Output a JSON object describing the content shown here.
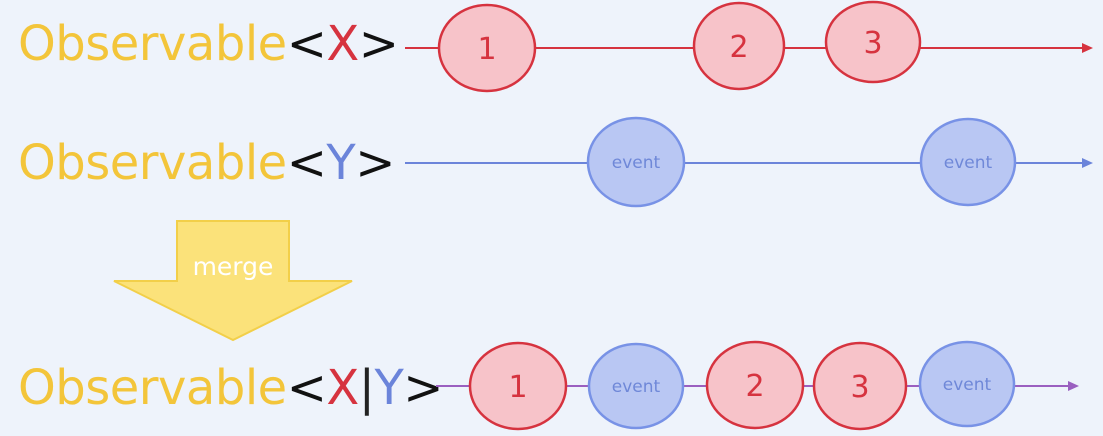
{
  "streams": {
    "x": {
      "keyword": "Observable",
      "open": "<",
      "type": "X",
      "close": ">",
      "color": "#d6333f",
      "marbles": [
        "1",
        "2",
        "3"
      ]
    },
    "y": {
      "keyword": "Observable",
      "open": "<",
      "type": "Y",
      "close": ">",
      "color": "#6b84da",
      "marbles": [
        "event",
        "event"
      ]
    },
    "merged": {
      "keyword": "Observable",
      "open": "<",
      "type_a": "X",
      "separator": "|",
      "type_b": "Y",
      "close": ">",
      "color": "#9a5fc0",
      "marbles": [
        "1",
        "event",
        "2",
        "3",
        "event"
      ]
    }
  },
  "operator": {
    "label": "merge",
    "color": "#fbe27a"
  },
  "colors": {
    "keyword": "#f3c53a",
    "x_fill": "#f7c3c9",
    "x_stroke": "#d6333f",
    "y_fill": "#b9c7f3",
    "y_stroke": "#7892e6",
    "background": "#eef3fb"
  }
}
